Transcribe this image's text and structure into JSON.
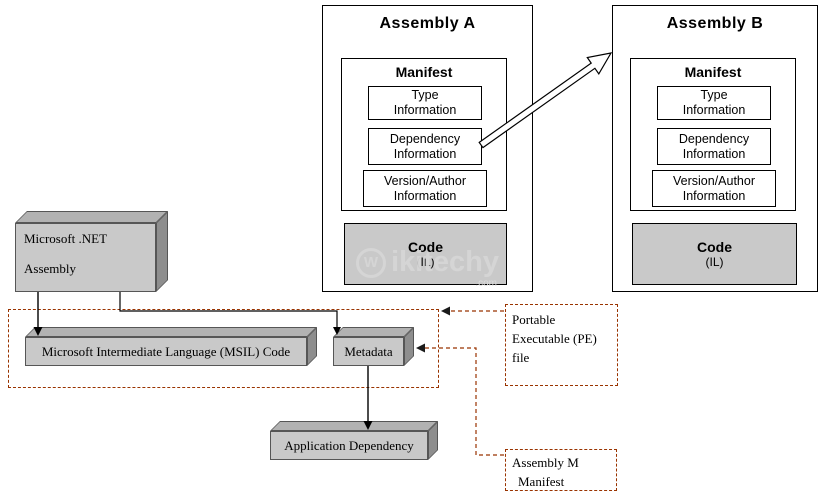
{
  "assembly_a": {
    "title": "Assembly A",
    "manifest": {
      "title": "Manifest",
      "items": [
        {
          "line1": "Type",
          "line2": "Information"
        },
        {
          "line1": "Dependency",
          "line2": "Information"
        },
        {
          "line1": "Version/Author",
          "line2": "Information"
        }
      ]
    },
    "code": {
      "title": "Code",
      "subtitle": "(IL)"
    }
  },
  "assembly_b": {
    "title": "Assembly B",
    "manifest": {
      "title": "Manifest",
      "items": [
        {
          "line1": "Type",
          "line2": "Information"
        },
        {
          "line1": "Dependency",
          "line2": "Information"
        },
        {
          "line1": "Version/Author",
          "line2": "Information"
        }
      ]
    },
    "code": {
      "title": "Code",
      "subtitle": "(IL)"
    }
  },
  "net_assembly": {
    "line1": "Microsoft .NET",
    "line2": "Assembly"
  },
  "msil": {
    "label": "Microsoft Intermediate Language (MSIL) Code"
  },
  "metadata": {
    "label": "Metadata"
  },
  "application_dependency": {
    "label": "Application Dependency"
  },
  "pe_file": {
    "line1": "Portable",
    "line2": "Executable (PE)",
    "line3": "file"
  },
  "assembly_manifest_note": {
    "line1": "Assembly M",
    "line2": "Manifest"
  },
  "watermark": {
    "logo_letter": "W",
    "text": "ikitechy",
    "suffix": ".com"
  },
  "colors": {
    "dashed_line": "#993300",
    "box_front": "#c9c9c9",
    "box_top": "#b2b2b2",
    "box_side": "#8e8e8e",
    "code_fill": "#c9c9c9",
    "watermark": "#d6d6d6"
  }
}
